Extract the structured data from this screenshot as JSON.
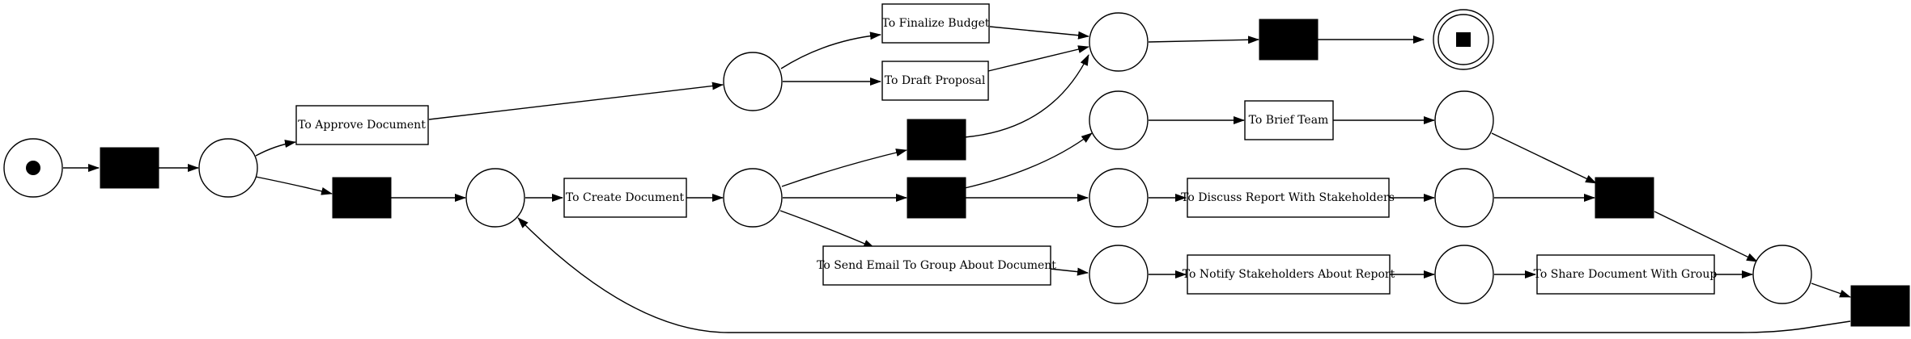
{
  "diagram": {
    "transitions": {
      "t_finalize_budget": "To Finalize Budget",
      "t_draft_proposal": "To Draft Proposal",
      "t_approve_document": "To Approve Document",
      "t_brief_team": "To Brief Team",
      "t_create_document": "To Create Document",
      "t_discuss_report": "To Discuss Report With Stakeholders",
      "t_send_email": "To Send Email To Group About Document",
      "t_notify_stakeholders": "To Notify Stakeholders About Report",
      "t_share_document": "To Share Document With Group"
    },
    "colors": {
      "stroke": "#000000",
      "fill": "#ffffff",
      "silent": "#000000"
    }
  }
}
